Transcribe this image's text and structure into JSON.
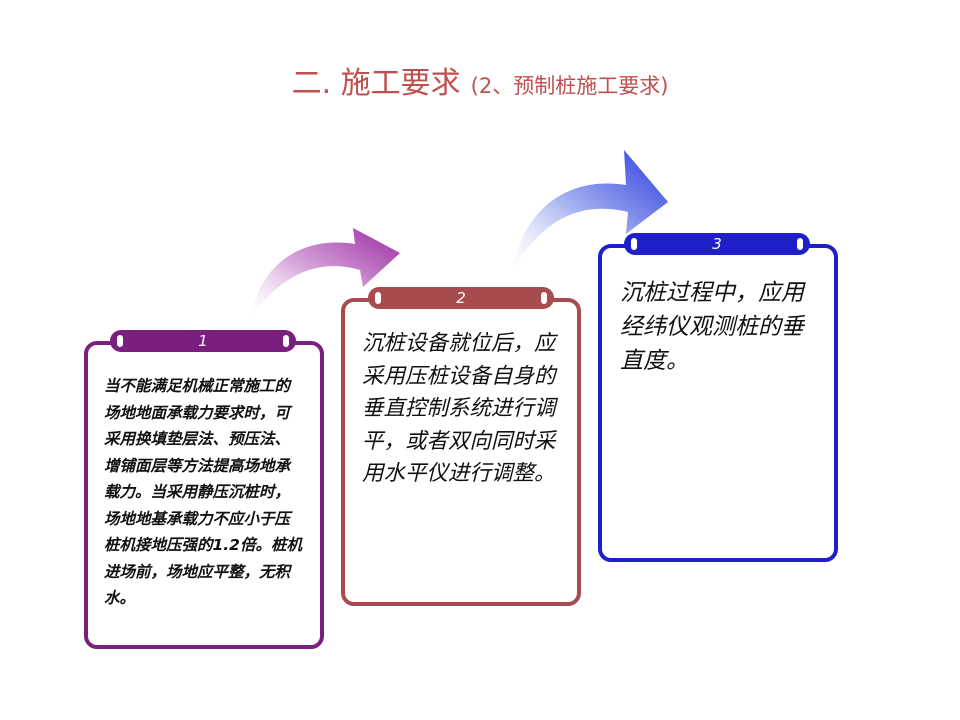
{
  "title": {
    "main": "二. 施工要求",
    "sub": "(2、预制桩施工要求)"
  },
  "colors": {
    "title": "#c0504d",
    "step1": "#7b1f7e",
    "step2": "#a84b4f",
    "step3": "#1f1fc8"
  },
  "steps": [
    {
      "number": "1",
      "text": "当不能满足机械正常施工的场地地面承载力要求时，可采用换填垫层法、预压法、增铺面层等方法提高场地承载力。当采用静压沉桩时，场地地基承载力不应小于压桩机接地压强的1.2倍。桩机进场前，场地应平整，无积水。"
    },
    {
      "number": "2",
      "text": "沉桩设备就位后，应采用压桩设备自身的垂直控制系统进行调平，或者双向同时采用水平仪进行调整。"
    },
    {
      "number": "3",
      "text": "沉桩过程中，应用经纬仪观测桩的垂直度。"
    }
  ]
}
